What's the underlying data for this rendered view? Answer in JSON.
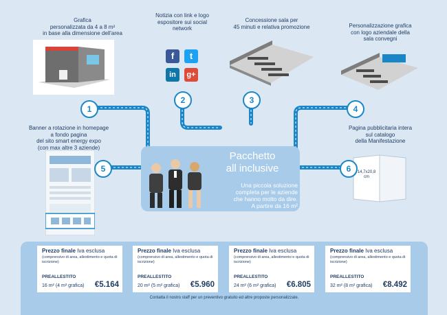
{
  "features": {
    "f1": {
      "lines": [
        "Grafica",
        "personalizzata da 4 a 8 m²",
        "in base alla dimensione dell'area"
      ]
    },
    "f2": {
      "lines": [
        "Notizia con link e logo",
        "espositore sui social",
        "network"
      ]
    },
    "f3": {
      "lines": [
        "Concessione sala per",
        "45 minuti e relativa promozione"
      ]
    },
    "f4": {
      "lines": [
        "Personalizzazione grafica",
        "con logo aziendale della",
        "sala convegni"
      ]
    },
    "f5": {
      "lines": [
        "Banner a rotazione in homepage",
        "a fondo pagina",
        "del sito smart energy expo",
        "(con max altre 3 aziende)"
      ]
    },
    "f6": {
      "lines": [
        "Pagina pubblicitaria intera",
        "sul catalogo",
        "della Manifestazione"
      ]
    }
  },
  "nodes": [
    "1",
    "2",
    "3",
    "4",
    "5",
    "6"
  ],
  "social": {
    "facebook": "f",
    "twitter": "t",
    "linkedin": "in",
    "googleplus": "g+"
  },
  "catalog_size": [
    "14,7x20,8",
    "cm"
  ],
  "package": {
    "title_lines": [
      "Pacchetto",
      "all inclusive"
    ],
    "subtitle_lines": [
      "Una piccola soluzione",
      "completa per le aziende",
      "che hanno molto da dire.",
      "A partire da 16 m²"
    ]
  },
  "pricing": [
    {
      "heading": "Prezzo finale",
      "heading_suffix": "Iva esclusa",
      "desc": "(comprensivo di area, allestimento e quota di iscrizione)",
      "preallestito": "PREALLESTITO",
      "size": "16 m² (4 m² grafica)",
      "price": "€5.164"
    },
    {
      "heading": "Prezzo finale",
      "heading_suffix": "Iva esclusa",
      "desc": "(comprensivo di area, allestimento e quota di iscrizione)",
      "preallestito": "PREALLESTITO",
      "size": "20 m² (5 m² grafica)",
      "price": "€5.960"
    },
    {
      "heading": "Prezzo finale",
      "heading_suffix": "Iva esclusa",
      "desc": "(comprensivo di area, allestimento e quota di iscrizione)",
      "preallestito": "PREALLESTITO",
      "size": "24 m² (6 m² grafica)",
      "price": "€6.805"
    },
    {
      "heading": "Prezzo finale",
      "heading_suffix": "Iva esclusa",
      "desc": "(comprensivo di area, allestimento e quota di iscrizione)",
      "preallestito": "PREALLESTITO",
      "size": "32 m² (8 m² grafica)",
      "price": "€8.492"
    }
  ],
  "footer": "Contatta il nostro staff per un preventivo gratuito ed altre proposte personalizzate.",
  "colors": {
    "accent": "#1a86c8",
    "panel": "#a8cbe9",
    "background": "#dbe8f4",
    "facebook": "#3b5998",
    "twitter": "#1da1f2",
    "linkedin": "#0e76a8",
    "googleplus": "#dd4b39"
  }
}
